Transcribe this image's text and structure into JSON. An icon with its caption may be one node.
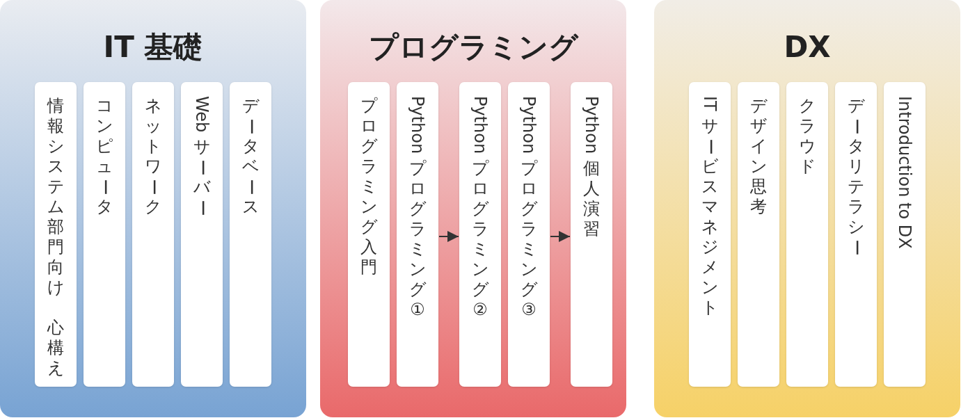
{
  "diagram": {
    "nodes": [
      {
        "text": [
          "IT 基礎"
        ]
      },
      {
        "text": [
          "情報システム部門向け",
          "心構え"
        ],
        "in": 0
      },
      {
        "text": [
          "コンピュータ"
        ],
        "in": 0
      },
      {
        "text": [
          "ネットワーク"
        ],
        "in": 0
      },
      {
        "text": [
          "Web サーバー"
        ],
        "in": 0
      },
      {
        "text": [
          "データベース"
        ],
        "in": 0
      },
      {
        "text": [
          "プログラミング"
        ]
      },
      {
        "text": [
          "プログラミング入門"
        ],
        "in": 6
      },
      {
        "text": [
          "Python プログラミング①"
        ],
        "in": 6
      },
      {
        "text": [
          "Python プログラミング②"
        ],
        "in": 6
      },
      {
        "text": [
          "Python プログラミング③"
        ],
        "in": 6
      },
      {
        "text": [
          "Python 個人演習"
        ],
        "in": 6
      },
      {
        "text": [
          "DX"
        ]
      },
      {
        "text": [
          "ITサービスマネジメント"
        ],
        "in": 12
      },
      {
        "text": [
          "デザイン思考"
        ],
        "in": 12
      },
      {
        "text": [
          "クラウド"
        ],
        "in": 12
      },
      {
        "text": [
          "データリテラシー"
        ],
        "in": 12
      },
      {
        "text": [
          "Introduction to DX"
        ],
        "in": 12
      }
    ],
    "edges": [
      {
        "from": 8,
        "to": 9,
        "arrow": "to"
      },
      {
        "from": 10,
        "to": 11,
        "arrow": "to"
      }
    ]
  }
}
